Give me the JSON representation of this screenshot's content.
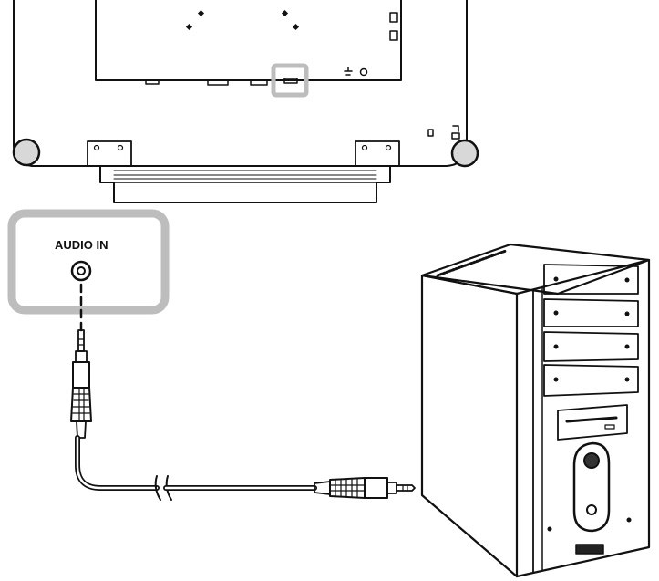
{
  "callout": {
    "port_label": "AUDIO IN"
  },
  "colors": {
    "outline": "#111111",
    "highlight": "#bdbdbd",
    "shade": "#d8d8d8",
    "background": "#ffffff"
  },
  "icons": [
    "monitor-rear",
    "audio-in-port",
    "audio-cable",
    "audio-plug",
    "pc-tower"
  ]
}
